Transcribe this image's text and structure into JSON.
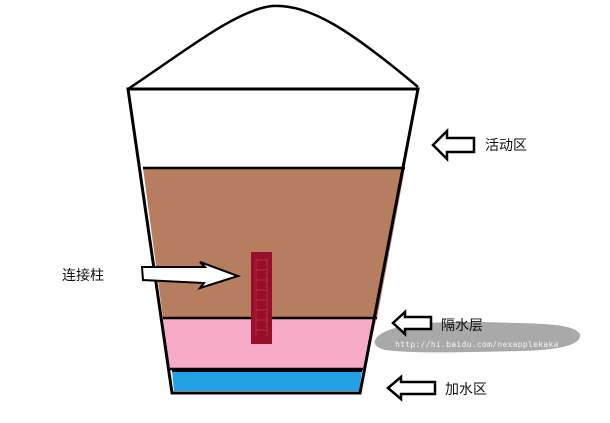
{
  "colors": {
    "background": "#ffffff",
    "outline": "#000000",
    "active_zone": "#ffffff",
    "soil": "#b67d5f",
    "separator": "#f7abc8",
    "water": "#22a0e5",
    "column": "#990e2a",
    "watermark_band": "#9a9a9a"
  },
  "labels": {
    "active_zone": "活动区",
    "connecting_column": "连接柱",
    "water_barrier": "隔水层",
    "water_zone": "加水区"
  },
  "watermark": {
    "text": "http://hi.baidu.com/nexapplekaka"
  }
}
